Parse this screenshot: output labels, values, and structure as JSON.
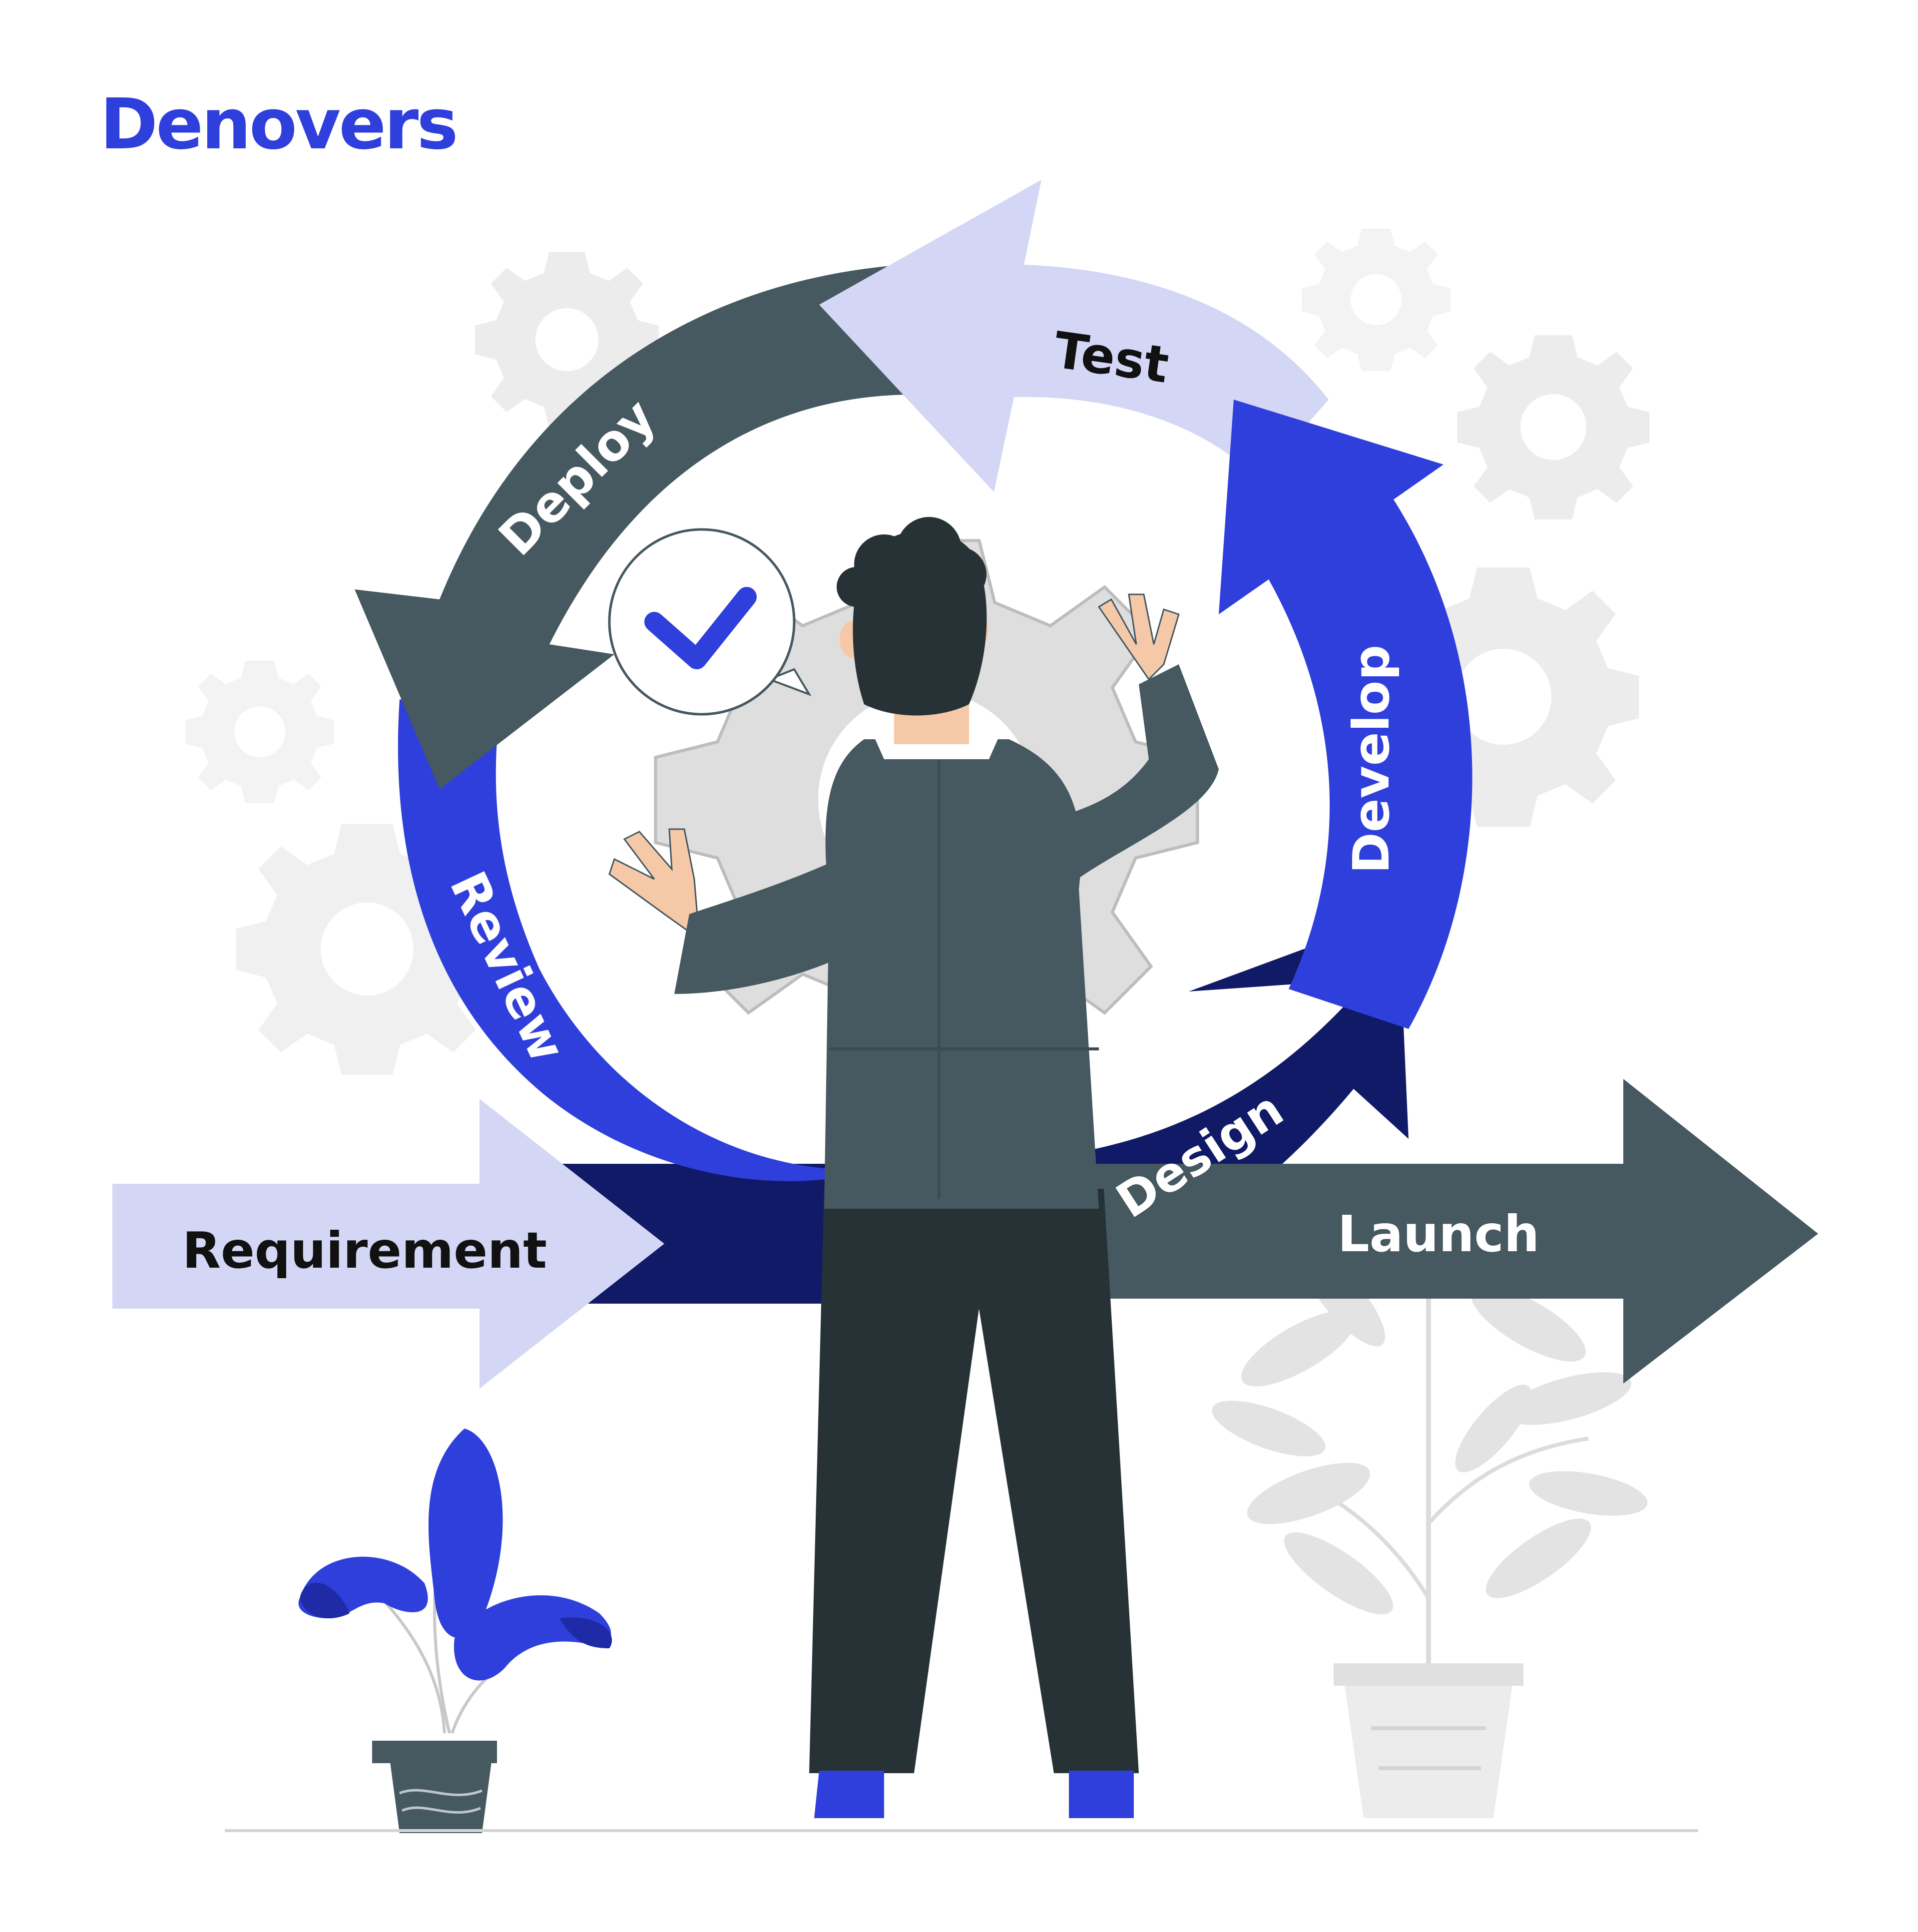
{
  "brand": {
    "name": "Denovers",
    "color": "#2f3fdc"
  },
  "stages": {
    "requirement": "Requirement",
    "design": "Design",
    "develop": "Develop",
    "test": "Test",
    "deploy": "Deploy",
    "review": "Review",
    "launch": "Launch"
  },
  "colors": {
    "royal_blue": "#2f3fdc",
    "navy": "#111a66",
    "slate": "#465860",
    "lavender": "#d3d6f5",
    "gear_gray": "#ececec",
    "skin": "#f5c9a8",
    "suit": "#465860",
    "pants": "#263236"
  },
  "icons": {
    "check": "check-icon",
    "gears": "gear-icon",
    "plants": "plant-icon"
  }
}
